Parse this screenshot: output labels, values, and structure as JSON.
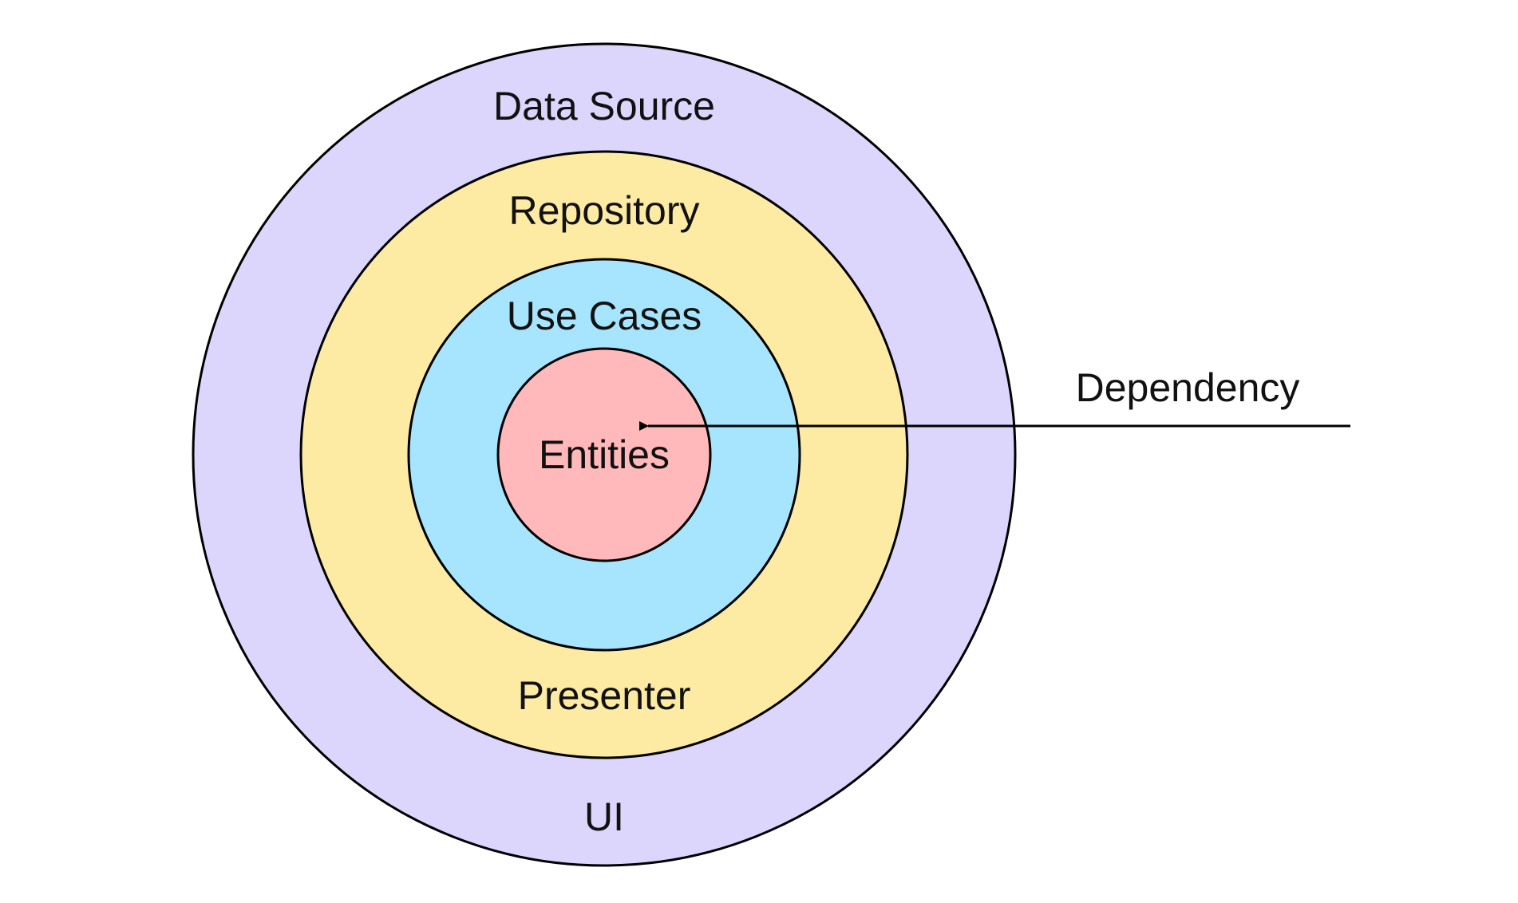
{
  "diagram": {
    "layers": [
      {
        "id": "ui-data-source",
        "top_label": "Data Source",
        "bottom_label": "UI",
        "fill": "#DCD6FD"
      },
      {
        "id": "repository-presenter",
        "top_label": "Repository",
        "bottom_label": "Presenter",
        "fill": "#FDEBA4"
      },
      {
        "id": "use-cases",
        "top_label": "Use Cases",
        "bottom_label": "",
        "fill": "#A7E4FE"
      },
      {
        "id": "entities",
        "top_label": "Entities",
        "bottom_label": "",
        "fill": "#FFB9BA"
      }
    ],
    "arrow": {
      "label": "Dependency",
      "direction": "inward",
      "color": "#000000"
    },
    "stroke_color": "#000000"
  }
}
